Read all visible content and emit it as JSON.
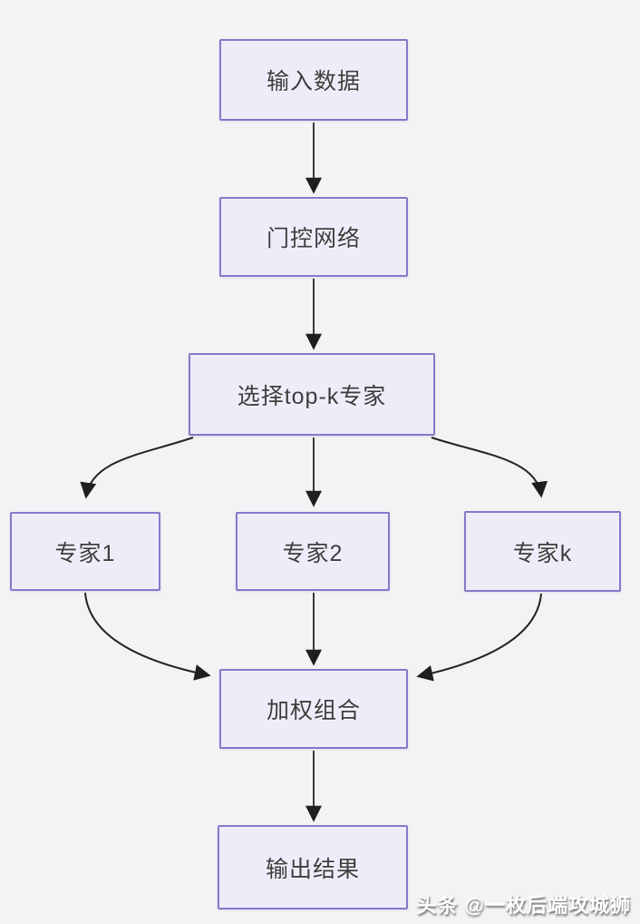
{
  "diagram": {
    "type": "flowchart",
    "nodes": [
      {
        "id": "input",
        "label": "输入数据"
      },
      {
        "id": "gating",
        "label": "门控网络"
      },
      {
        "id": "topk",
        "label": "选择top-k专家"
      },
      {
        "id": "expert1",
        "label": "专家1"
      },
      {
        "id": "expert2",
        "label": "专家2"
      },
      {
        "id": "expertk",
        "label": "专家k"
      },
      {
        "id": "combine",
        "label": "加权组合"
      },
      {
        "id": "output",
        "label": "输出结果"
      }
    ],
    "edges": [
      {
        "from": "输入数据",
        "to": "门控网络"
      },
      {
        "from": "门控网络",
        "to": "选择top-k专家"
      },
      {
        "from": "选择top-k专家",
        "to": "专家1"
      },
      {
        "from": "选择top-k专家",
        "to": "专家2"
      },
      {
        "from": "选择top-k专家",
        "to": "专家k"
      },
      {
        "from": "专家1",
        "to": "加权组合"
      },
      {
        "from": "专家2",
        "to": "加权组合"
      },
      {
        "from": "专家k",
        "to": "加权组合"
      },
      {
        "from": "加权组合",
        "to": "输出结果"
      }
    ],
    "colors": {
      "background": "#f3f2f4",
      "node_fill": "#efecfa",
      "node_border": "#8678c9",
      "node_text": "#3d3d3d",
      "arrow": "#252525",
      "watermark_text": "#ffffff"
    }
  },
  "watermark": {
    "text": "头条 @一枚后端攻城狮"
  }
}
